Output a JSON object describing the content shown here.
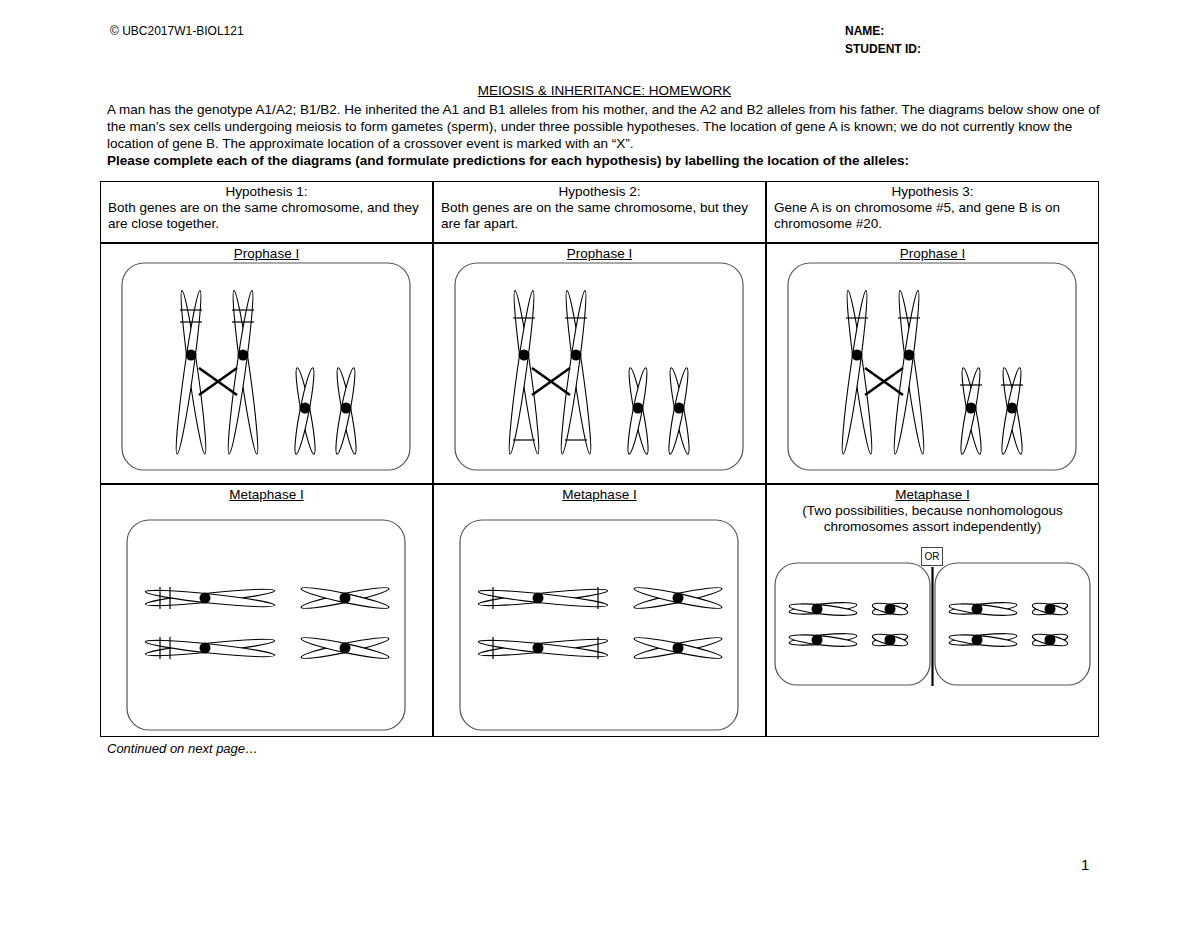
{
  "diagram": {
    "title": "MEIOSIS & INHERITANCE: HOMEWORK",
    "nodes": [
      {
        "text": [
          "Hypothesis 1:",
          "Both genes are on the same chromosome, and they are close together."
        ]
      },
      {
        "text": [
          "Hypothesis 2:",
          "Both genes are on the same chromosome, but they are far apart."
        ]
      },
      {
        "text": [
          "Hypothesis 3:",
          "Gene A is on chromosome #5, and gene B is on chromosome #20."
        ]
      },
      {
        "text": [
          "Prophase I"
        ]
      },
      {
        "text": [
          "Prophase I"
        ]
      },
      {
        "text": [
          "Prophase I"
        ]
      },
      {
        "text": [
          "Metaphase I"
        ]
      },
      {
        "text": [
          "Metaphase I"
        ]
      },
      {
        "text": [
          "Metaphase I",
          "(Two possibilities, because nonhomologous chromosomes assort independently)"
        ]
      },
      {
        "text": [
          "OR"
        ],
        "in": 8
      }
    ],
    "labels": [
      "© UBC2017W1-BIOL121",
      "NAME:",
      "STUDENT ID:",
      "A man has the genotype A1/A2; B1/B2. He inherited the A1 and B1 alleles from his mother, and the A2 and B2 alleles from his father. The diagrams below show one of the man’s sex cells undergoing meiosis to form gametes (sperm), under three possible hypotheses. The location of gene A is known; we do not currently know the location of gene B. The approximate location of a crossover event is marked with an “X”.",
      "Please complete each of the diagrams (and formulate predictions for each hypothesis) by labelling the location of the alleles:",
      "Continued on next page…",
      "1"
    ]
  }
}
